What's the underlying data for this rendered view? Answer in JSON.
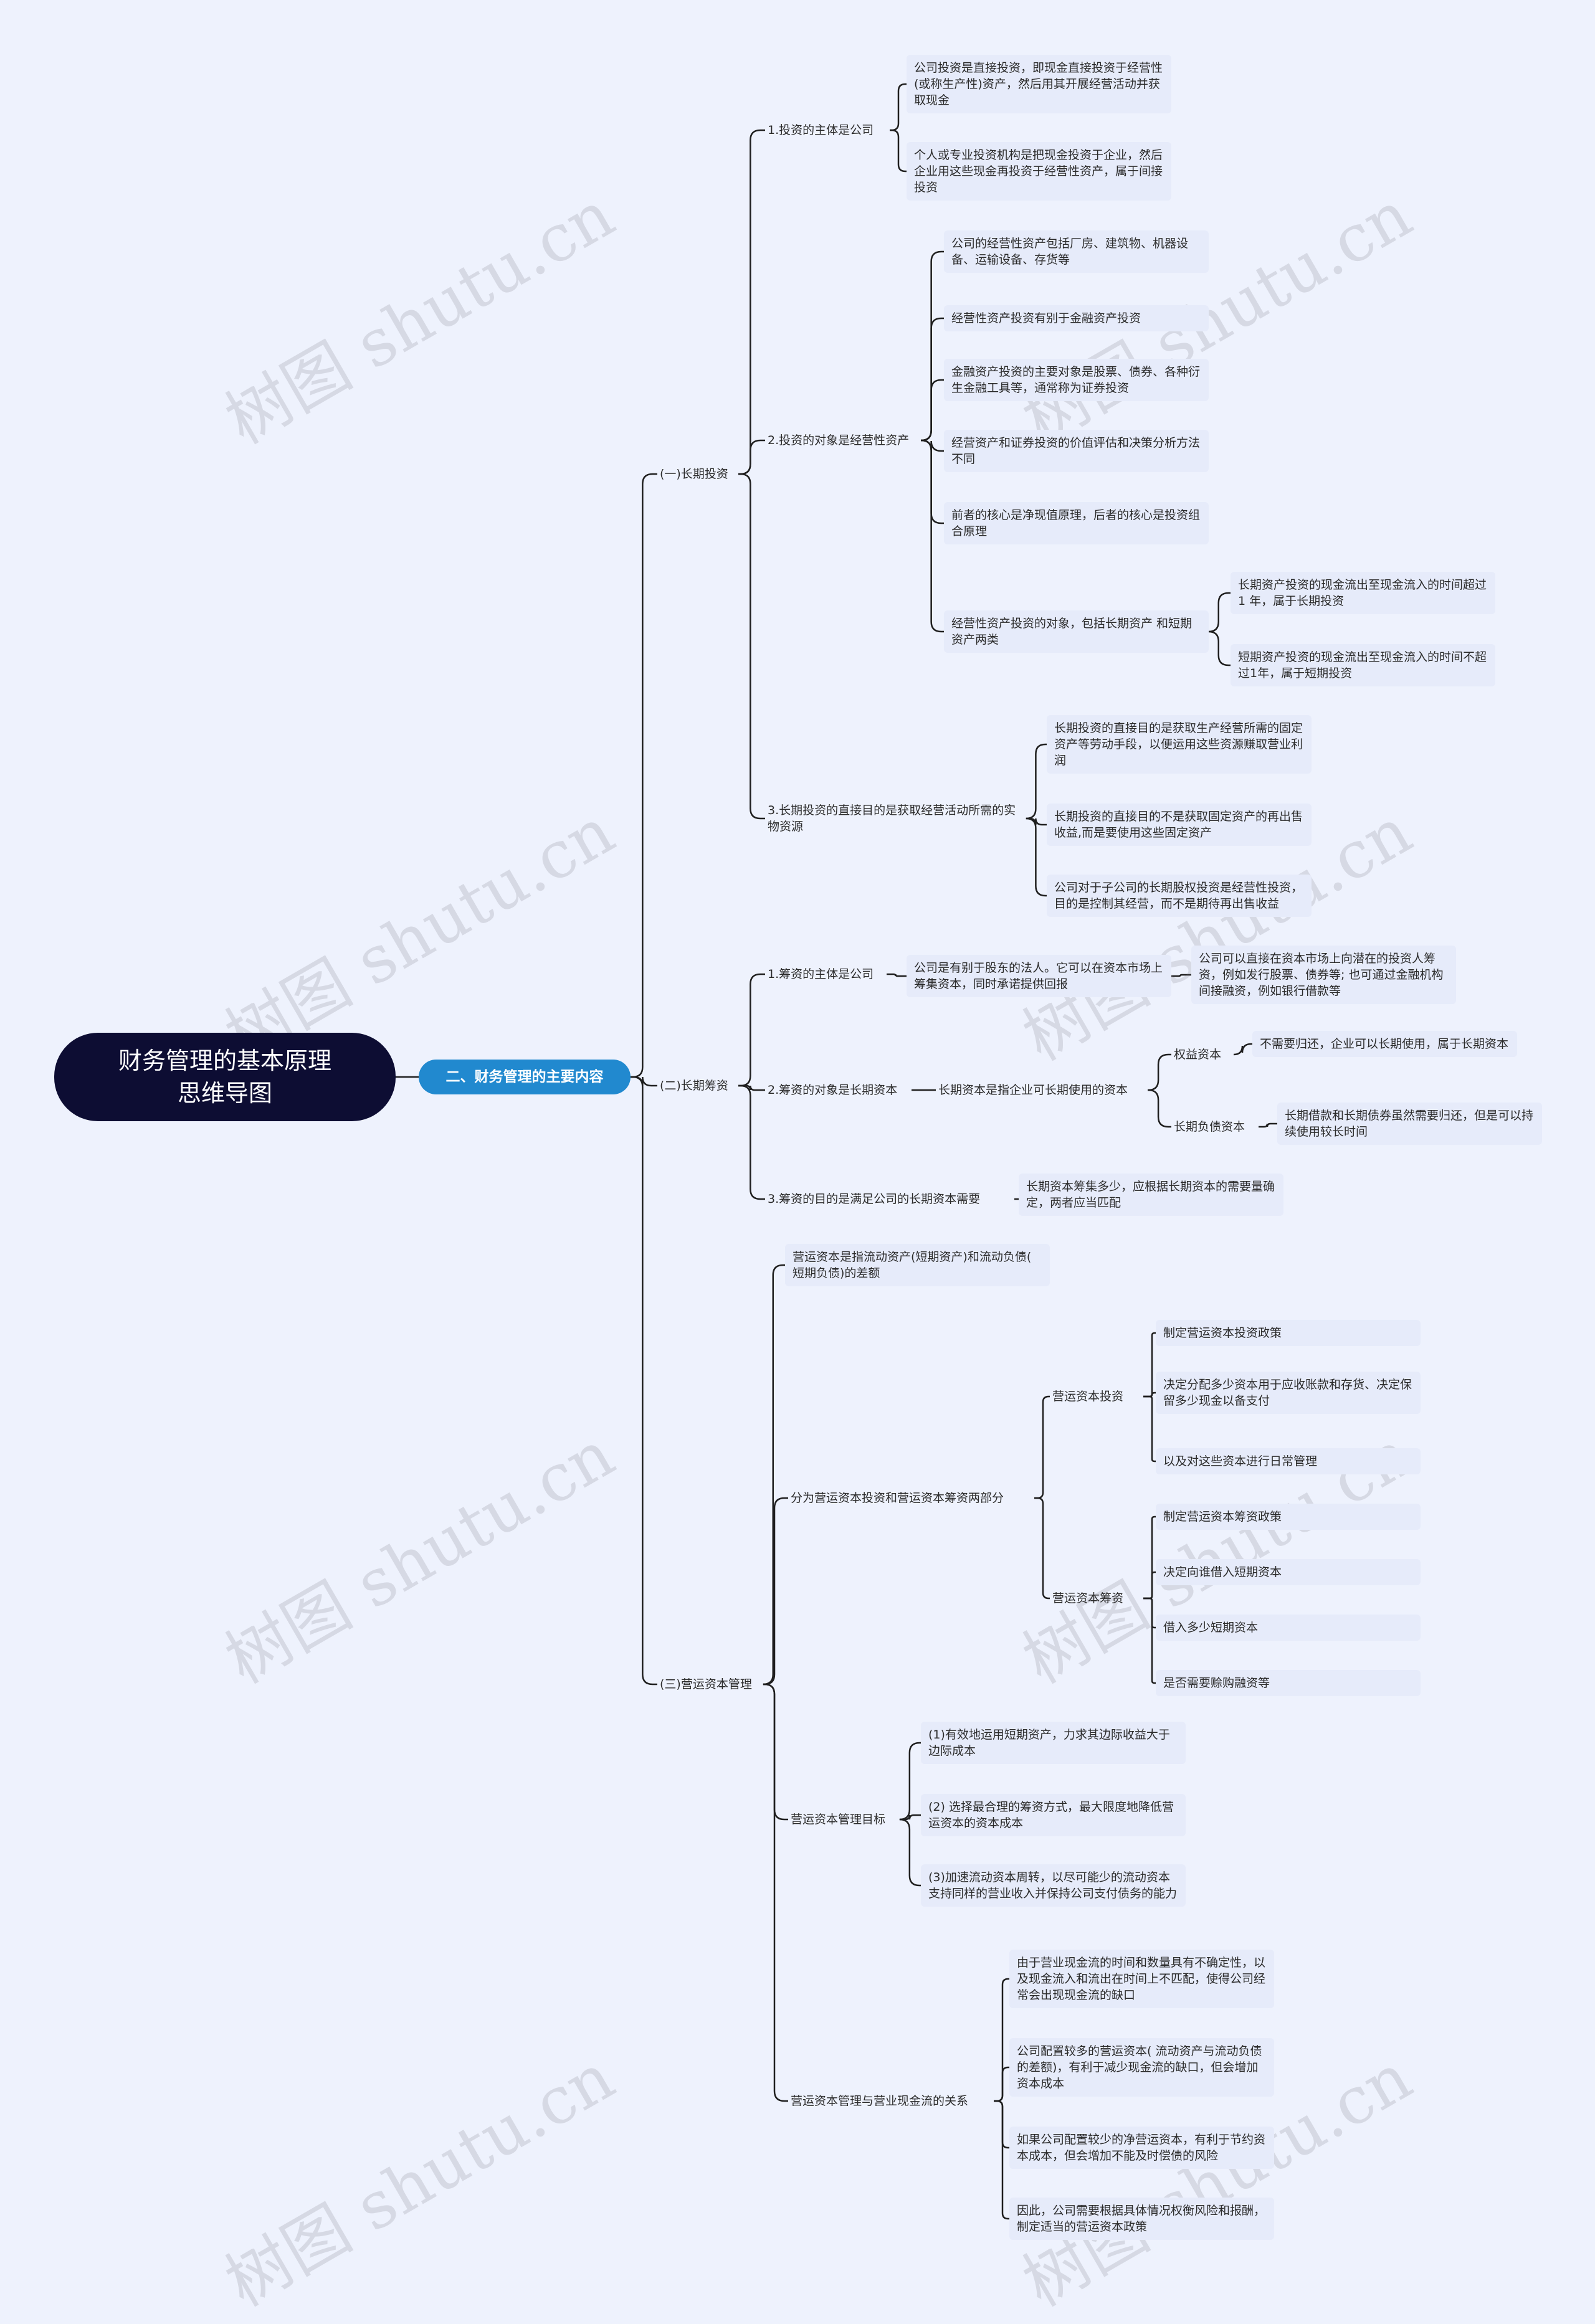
{
  "root": "财务管理的基本原理\n思维导图",
  "main": "二、财务管理的主要内容",
  "watermark": "树图 shutu.cn",
  "colors": {
    "background": "#eef2fd",
    "root": "#0d0d33",
    "main": "#2189cf",
    "line": "#1f1f1f",
    "leaf": "#e6ebfa"
  },
  "nodes": {
    "b1": "(一)长期投资",
    "b1_1": "1.投资的主体是公司",
    "b1_1_a": "公司投资是直接投资，即现金直接投资于经营性(或称生产性)资产，然后用其开展经营活动并获取现金",
    "b1_1_b": "个人或专业投资机构是把现金投资于企业，然后 企业用这些现金再投资于经营性资产，属于间接投资",
    "b1_2": "2.投资的对象是经营性资产",
    "b1_2_a": "公司的经营性资产包括厂房、建筑物、机器设备、运输设备、存货等",
    "b1_2_b": "经营性资产投资有别于金融资产投资",
    "b1_2_c": "金融资产投资的主要对象是股票、债券、各种衍生金融工具等，通常称为证券投资",
    "b1_2_d": "经营资产和证券投资的价值评估和决策分析方法不同",
    "b1_2_e": "前者的核心是净现值原理，后者的核心是投资组合原理",
    "b1_2_f": "经营性资产投资的对象，包括长期资产 和短期资产两类",
    "b1_2_f1": "长期资产投资的现金流出至现金流入的时间超过1 年，属于长期投资",
    "b1_2_f2": "短期资产投资的现金流出至现金流入的时间不超过1年，属于短期投资",
    "b1_3": "3.长期投资的直接目的是获取经营活动所需的实物资源",
    "b1_3_a": "长期投资的直接目的是获取生产经营所需的固定资产等劳动手段，以便运用这些资源赚取营业利润",
    "b1_3_b": "长期投资的直接目的不是获取固定资产的再出售收益,而是要使用这些固定资产",
    "b1_3_c": "公司对于子公司的长期股权投资是经营性投资，目的是控制其经营，而不是期待再出售收益",
    "b2": "(二)长期筹资",
    "b2_1": "1.筹资的主体是公司",
    "b2_1_a": "公司是有别于股东的法人。它可以在资本市场上筹集资本，同时承诺提供回报",
    "b2_1_a1": "公司可以直接在资本市场上向潜在的投资人筹资，例如发行股票、债券等; 也可通过金融机构间接融资，例如银行借款等",
    "b2_2": "2.筹资的对象是长期资本",
    "b2_2_a": "长期资本是指企业可长期使用的资本",
    "b2_2_a1": "权益资本",
    "b2_2_a1x": "不需要归还，企业可以长期使用，属于长期资本",
    "b2_2_a2": "长期负债资本",
    "b2_2_a2x": "长期借款和长期债券虽然需要归还，但是可以持续使用较长时间",
    "b2_3": "3.筹资的目的是满足公司的长期资本需要",
    "b2_3_a": "长期资本筹集多少，应根据长期资本的需要量确定，两者应当匹配",
    "b3": "(三)营运资本管理",
    "b3_1": "营运资本是指流动资产(短期资产)和流动负债( 短期负债)的差额",
    "b3_2": "分为营运资本投资和营运资本筹资两部分",
    "b3_2_a": "营运资本投资",
    "b3_2_a1": "制定营运资本投资政策",
    "b3_2_a2": "决定分配多少资本用于应收账款和存货、决定保留多少现金以备支付",
    "b3_2_a3": "以及对这些资本进行日常管理",
    "b3_2_b": "营运资本筹资",
    "b3_2_b1": "制定营运资本筹资政策",
    "b3_2_b2": "决定向谁借入短期资本",
    "b3_2_b3": "借入多少短期资本",
    "b3_2_b4": "是否需要赊购融资等",
    "b3_3": "营运资本管理目标",
    "b3_3_a": "(1)有效地运用短期资产，力求其边际收益大于边际成本",
    "b3_3_b": "(2) 选择最合理的筹资方式，最大限度地降低营运资本的资本成本",
    "b3_3_c": "(3)加速流动资本周转，以尽可能少的流动资本支持同样的营业收入并保持公司支付债务的能力",
    "b3_4": "营运资本管理与营业现金流的关系",
    "b3_4_a": "由于营业现金流的时间和数量具有不确定性，以及现金流入和流出在时间上不匹配，使得公司经常会出现现金流的缺口",
    "b3_4_b": "公司配置较多的营运资本( 流动资产与流动负债的差额)，有利于减少现金流的缺口，但会增加资本成本",
    "b3_4_c": "如果公司配置较少的净营运资本，有利于节约资本成本，但会增加不能及时偿债的风险",
    "b3_4_d": "因此，公司需要根据具体情况权衡风险和报酬，制定适当的营运资本政策"
  }
}
